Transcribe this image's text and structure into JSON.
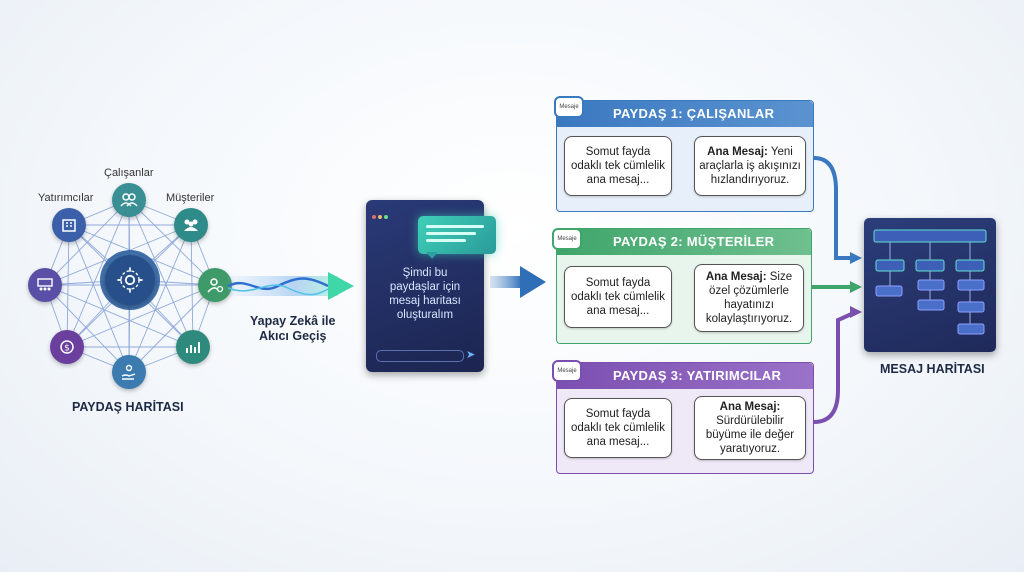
{
  "colors": {
    "blue": "#3a78c0",
    "green": "#3fa56b",
    "purple": "#7b4fb0",
    "teal": "#2a8f8f",
    "dark_navy": "#1f2e5a"
  },
  "stakeholder_map": {
    "center_icon": "gear-network-icon",
    "nodes": [
      {
        "label": "Çalışanlar",
        "icon": "people-icon"
      },
      {
        "label": "Müşteriler",
        "icon": "group-icon"
      },
      {
        "label": "Yatırımcılar",
        "icon": "building-icon"
      },
      {
        "label": "",
        "icon": "audience-icon"
      },
      {
        "label": "",
        "icon": "person-gear-icon"
      },
      {
        "label": "",
        "icon": "coin-icon"
      },
      {
        "label": "",
        "icon": "hand-person-icon"
      },
      {
        "label": "",
        "icon": "chart-icon"
      }
    ],
    "title": "PAYDAŞ HARİTASI"
  },
  "transition": {
    "label_line1": "Yapay Zekâ ile",
    "label_line2": "Akıcı Geçiş"
  },
  "chat_device": {
    "prompt_line1": "Şimdi bu",
    "prompt_line2": "paydaşlar için",
    "prompt_line3": "mesaj haritası",
    "prompt_line4": "oluşturalım"
  },
  "panels": [
    {
      "title": "PAYDAŞ 1: ÇALIŞANLAR",
      "badge": "Mesaje",
      "left_text": [
        "Somut fayda",
        "odaklı tek cümlelik",
        "ana mesaj..."
      ],
      "msg_label": "Ana Mesaj:",
      "msg_text": [
        "Yeni",
        "araçlarla iş akışınızı",
        "hızlandırıyoruz."
      ]
    },
    {
      "title": "PAYDAŞ 2: MÜŞTERİLER",
      "badge": "Mesaje",
      "left_text": [
        "Somut fayda",
        "odaklı tek cümlelik",
        "ana mesaj..."
      ],
      "msg_label": "Ana Mesaj:",
      "msg_text": [
        "Size",
        "özel çözümlerle",
        "hayatınızı",
        "kolaylaştırıyoruz."
      ]
    },
    {
      "title": "PAYDAŞ 3: YATIRIMCILAR",
      "badge": "Mesaje",
      "left_text": [
        "Somut fayda",
        "odaklı tek cümlelik",
        "ana mesaj..."
      ],
      "msg_label": "Ana Mesaj:",
      "msg_text": [
        "Sürdürülebilir",
        "büyüme ile değer",
        "yaratıyoruz."
      ]
    }
  ],
  "message_map": {
    "title": "MESAJ HARİTASI"
  }
}
